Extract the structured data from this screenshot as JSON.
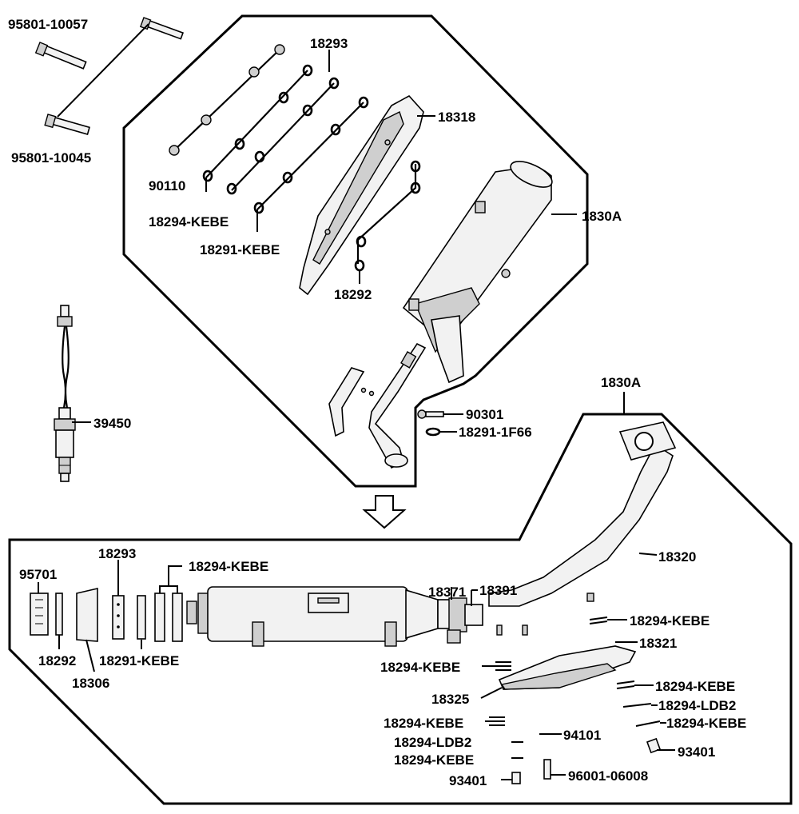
{
  "labels": {
    "bolt_long_a": "95801-10057",
    "bolt_long_b": "95801-10045",
    "top_gasket": "18293",
    "top_cover": "18318",
    "top_nut": "90110",
    "top_packing_a": "18294-KEBE",
    "top_packing_b": "18291-KEBE",
    "top_muffler_assy": "1830A",
    "top_washer": "18292",
    "sensor": "39450",
    "exhaust_nut": "90301",
    "exhaust_gasket": "18291-1F66",
    "bottom_assy": "1830A",
    "exhaust_pipe": "18320",
    "end_cap": "95701",
    "gasket_ring": "18293",
    "packing_set": "18294-KEBE",
    "collar": "18371",
    "clamp": "18391",
    "washer_ring": "18292",
    "packing_ring": "18291-KEBE",
    "baffle": "18306",
    "packing_right_a": "18294-KEBE",
    "pipe_cover": "18321",
    "packing_mid": "18294-KEBE",
    "heat_guard": "18325",
    "packing_right_b": "18294-KEBE",
    "packing_ldb_right": "18294-LDB2",
    "packing_right_c": "18294-KEBE",
    "packing_left_a": "18294-KEBE",
    "bolt_small": "94101",
    "packing_ldb_left": "18294-LDB2",
    "packing_left_b": "18294-KEBE",
    "screw_right": "93401",
    "screw_left": "93401",
    "bolt_bottom": "96001-06008"
  },
  "colors": {
    "line": "#000000",
    "part_fill": "#f2f2f2",
    "part_shade": "#cfcfcf"
  },
  "icons": {
    "arrow": "down-arrow-icon"
  }
}
